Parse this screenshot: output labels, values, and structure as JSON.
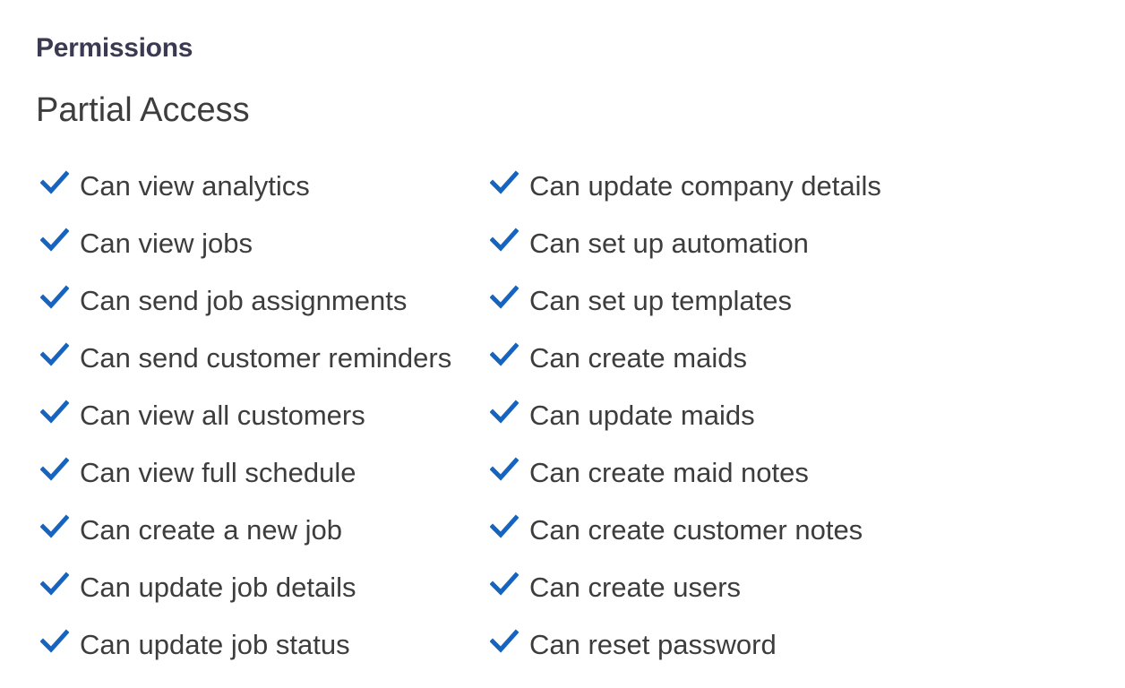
{
  "permissions": {
    "heading": "Permissions",
    "access_level": "Partial Access",
    "check_color": "#1565c0",
    "left_column": [
      {
        "label": "Can view analytics",
        "icon": "checkmark-icon"
      },
      {
        "label": "Can view jobs",
        "icon": "checkmark-icon"
      },
      {
        "label": "Can send job assignments",
        "icon": "checkmark-icon"
      },
      {
        "label": "Can send customer reminders",
        "icon": "checkmark-icon"
      },
      {
        "label": "Can view all customers",
        "icon": "checkmark-icon"
      },
      {
        "label": "Can view full schedule",
        "icon": "checkmark-icon"
      },
      {
        "label": "Can create a new job",
        "icon": "checkmark-icon"
      },
      {
        "label": "Can update job details",
        "icon": "checkmark-icon"
      },
      {
        "label": "Can update job status",
        "icon": "checkmark-icon"
      }
    ],
    "right_column": [
      {
        "label": "Can update company details",
        "icon": "checkmark-icon"
      },
      {
        "label": "Can set up automation",
        "icon": "checkmark-icon"
      },
      {
        "label": "Can set up templates",
        "icon": "checkmark-icon"
      },
      {
        "label": "Can create maids",
        "icon": "checkmark-icon"
      },
      {
        "label": "Can update maids",
        "icon": "checkmark-icon"
      },
      {
        "label": "Can create maid notes",
        "icon": "checkmark-icon"
      },
      {
        "label": "Can create customer notes",
        "icon": "checkmark-icon"
      },
      {
        "label": "Can create users",
        "icon": "checkmark-icon"
      },
      {
        "label": "Can reset password",
        "icon": "checkmark-icon"
      }
    ]
  }
}
